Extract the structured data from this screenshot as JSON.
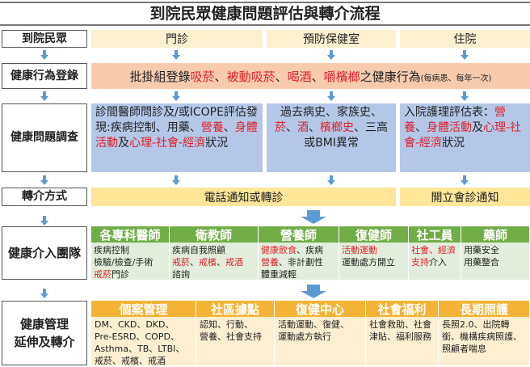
{
  "title": "到院民眾健康問題評估與轉介流程",
  "colors": {
    "arrow": "#5b9bd5",
    "red_text": "#e0202a",
    "team_header": "#70ad47",
    "mgmt_header": "#f5b335"
  },
  "rows": {
    "visitors": {
      "label": "到院民眾",
      "cells": [
        "門診",
        "預防保健室",
        "住院"
      ]
    },
    "behavior": {
      "label": "健康行為登錄",
      "text": [
        {
          "t": "批掛組登錄"
        },
        {
          "t": "吸菸",
          "red": true
        },
        {
          "t": "、"
        },
        {
          "t": "被動吸菸",
          "red": true
        },
        {
          "t": "、"
        },
        {
          "t": "喝酒",
          "red": true
        },
        {
          "t": "、"
        },
        {
          "t": "嚼檳榔",
          "red": true
        },
        {
          "t": "之健康行為"
        },
        {
          "t": "(每病患、每年一次)",
          "small": true
        }
      ]
    },
    "survey": {
      "label": "健康問題調查",
      "cells": [
        [
          {
            "t": "診間醫師問診及/或ICOPE評估發現:疾病控制、用藥、"
          },
          {
            "t": "營養",
            "red": true
          },
          {
            "t": "、"
          },
          {
            "t": "身體活動",
            "red": true
          },
          {
            "t": "及"
          },
          {
            "t": "心理-社會-經濟",
            "red": true
          },
          {
            "t": "狀況"
          }
        ],
        [
          {
            "t": "過去病史、家族史、"
          },
          {
            "t": "菸",
            "red": true
          },
          {
            "t": "、"
          },
          {
            "t": "酒",
            "red": true
          },
          {
            "t": "、"
          },
          {
            "t": "檳榔史",
            "red": true
          },
          {
            "t": "、三高或BMI異常"
          }
        ],
        [
          {
            "t": "入院護理評估表："
          },
          {
            "t": "營養",
            "red": true
          },
          {
            "t": "、"
          },
          {
            "t": "身體活動",
            "red": true
          },
          {
            "t": "及"
          },
          {
            "t": "心理-社會-經濟",
            "red": true
          },
          {
            "t": "狀況"
          }
        ]
      ]
    },
    "referral": {
      "label": "轉介方式",
      "cells": [
        "電話通知或轉診",
        "開立會診通知"
      ]
    },
    "team": {
      "label": "健康介入團隊",
      "columns": [
        {
          "header": "各專科醫師",
          "body": [
            {
              "t": "疾病控制\n檢驗/檢查/手術\n"
            },
            {
              "t": "戒菸",
              "red": true
            },
            {
              "t": "門診"
            }
          ]
        },
        {
          "header": "衛教師",
          "body": [
            {
              "t": "疾病自我照顧\n"
            },
            {
              "t": "戒菸",
              "red": true
            },
            {
              "t": "、"
            },
            {
              "t": "戒檳",
              "red": true
            },
            {
              "t": "、"
            },
            {
              "t": "戒酒",
              "red": true
            },
            {
              "t": "\n諮詢"
            }
          ]
        },
        {
          "header": "營養師",
          "body": [
            {
              "t": "健康飲食",
              "red": true
            },
            {
              "t": "、疾病\n"
            },
            {
              "t": "營養",
              "red": true
            },
            {
              "t": "、非計劃性\n體重減輕"
            }
          ]
        },
        {
          "header": "復健師",
          "body": [
            {
              "t": "活動運動",
              "red": true
            },
            {
              "t": "\n運動處方開立"
            }
          ]
        },
        {
          "header": "社工員",
          "body": [
            {
              "t": "社會、經濟\n支持",
              "red": true
            },
            {
              "t": "介入"
            }
          ]
        },
        {
          "header": "藥師",
          "body": [
            {
              "t": "用藥安全\n用藥整合"
            }
          ]
        }
      ]
    },
    "management": {
      "label_line1": "健康管理",
      "label_line2": "延伸及轉介",
      "columns": [
        {
          "header": "個案管理",
          "body": [
            {
              "t": "DM、CKD、DKD、\nPre-ESRD、COPD、\nAsthma、TB、LTBI、\n戒菸、戒檳、戒酒"
            }
          ]
        },
        {
          "header": "社區據點",
          "body": [
            {
              "t": "認知、行動、\n營養、社會支持"
            }
          ]
        },
        {
          "header": "復健中心",
          "body": [
            {
              "t": "活動運動、復健、\n運動處方執行"
            }
          ]
        },
        {
          "header": "社會福利",
          "body": [
            {
              "t": "社會救助、社會\n津貼、福利服務"
            }
          ]
        },
        {
          "header": "長期照護",
          "body": [
            {
              "t": "長照2.0、出院轉\n銜、機構疾病照護、\n照顧者喘息"
            }
          ]
        }
      ]
    }
  }
}
